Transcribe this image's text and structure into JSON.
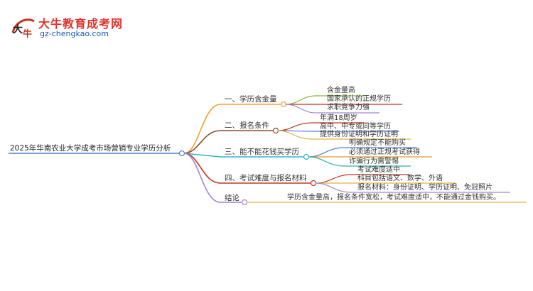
{
  "logo": {
    "title": "大牛教育成考网",
    "url": "gz-chengkao.com",
    "icon": "bull-logo-icon"
  },
  "mindmap": {
    "root": "2025年华南农业大学成考市场营销专业学历分析",
    "branches": [
      {
        "label": "一、学历含金量",
        "color": "#f0a22e",
        "items": [
          "含金量高",
          "国家承认的正规学历",
          "求职竞争力强"
        ],
        "item_colors": [
          "#7cbb3a",
          "#c8331f",
          "#9f86cf"
        ]
      },
      {
        "label": "二、报名条件",
        "color": "#8b4a2e",
        "items": [
          "年满18周岁",
          "高中、中专或同等学历",
          "提供身份证明和学历证明"
        ],
        "item_colors": [
          "#c8331f",
          "#4f7fcf",
          "#e2b43a"
        ]
      },
      {
        "label": "三、能不能花钱买学历",
        "color": "#33b5c9",
        "items": [
          "明确规定不能购买",
          "必须通过正规考试获得",
          "诈骗行为需警惕"
        ],
        "item_colors": [
          "#4f7fcf",
          "#e09a2a",
          "#2fb59b"
        ]
      },
      {
        "label": "四、考试难度与报名材料",
        "color": "#c8331f",
        "items": [
          "考试难度适中",
          "科目包括语文、数学、外语",
          "报名材料：身份证明、学历证明、免冠照片"
        ],
        "item_colors": [
          "#c8331f",
          "#e2b43a",
          "#9f86cf"
        ]
      },
      {
        "label": "结论",
        "color": "#9f86cf",
        "items": [
          "学历含金量高，报名条件宽松，考试难度适中，不能通过金钱购买。"
        ],
        "item_colors": [
          "#e2b43a"
        ]
      }
    ]
  }
}
